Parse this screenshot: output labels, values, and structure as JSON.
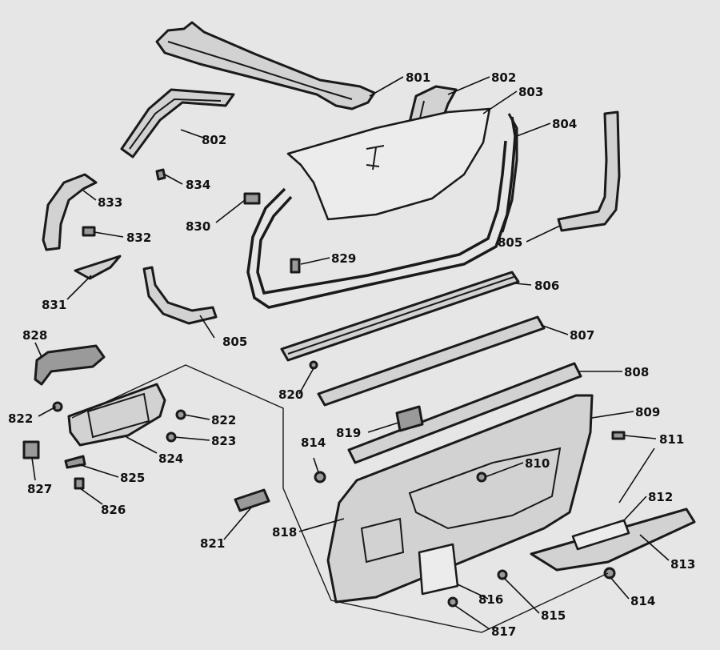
{
  "diagram": {
    "callouts": [
      {
        "id": "801",
        "label": "801"
      },
      {
        "id": "802a",
        "label": "802"
      },
      {
        "id": "802b",
        "label": "802"
      },
      {
        "id": "803",
        "label": "803"
      },
      {
        "id": "804",
        "label": "804"
      },
      {
        "id": "805a",
        "label": "805"
      },
      {
        "id": "805b",
        "label": "805"
      },
      {
        "id": "806",
        "label": "806"
      },
      {
        "id": "807",
        "label": "807"
      },
      {
        "id": "808",
        "label": "808"
      },
      {
        "id": "809",
        "label": "809"
      },
      {
        "id": "810",
        "label": "810"
      },
      {
        "id": "811",
        "label": "811"
      },
      {
        "id": "812",
        "label": "812"
      },
      {
        "id": "813",
        "label": "813"
      },
      {
        "id": "814a",
        "label": "814"
      },
      {
        "id": "814b",
        "label": "814"
      },
      {
        "id": "815",
        "label": "815"
      },
      {
        "id": "816",
        "label": "816"
      },
      {
        "id": "817",
        "label": "817"
      },
      {
        "id": "818",
        "label": "818"
      },
      {
        "id": "819",
        "label": "819"
      },
      {
        "id": "820",
        "label": "820"
      },
      {
        "id": "821",
        "label": "821"
      },
      {
        "id": "822a",
        "label": "822"
      },
      {
        "id": "822b",
        "label": "822"
      },
      {
        "id": "823",
        "label": "823"
      },
      {
        "id": "824",
        "label": "824"
      },
      {
        "id": "825",
        "label": "825"
      },
      {
        "id": "826",
        "label": "826"
      },
      {
        "id": "827",
        "label": "827"
      },
      {
        "id": "828",
        "label": "828"
      },
      {
        "id": "829",
        "label": "829"
      },
      {
        "id": "830",
        "label": "830"
      },
      {
        "id": "831",
        "label": "831"
      },
      {
        "id": "832",
        "label": "832"
      },
      {
        "id": "833",
        "label": "833"
      },
      {
        "id": "834",
        "label": "834"
      }
    ]
  }
}
